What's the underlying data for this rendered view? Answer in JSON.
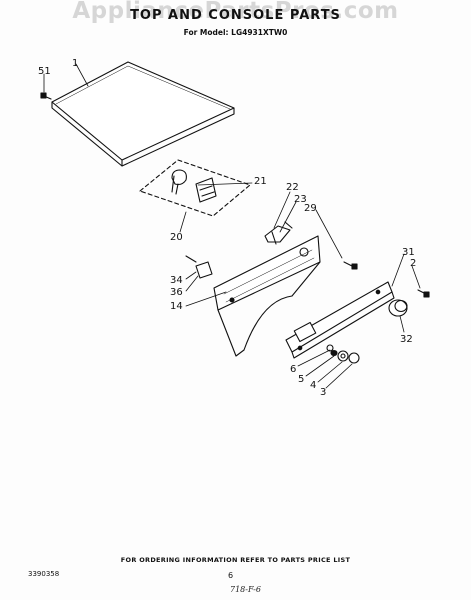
{
  "header": {
    "watermark": "AppliancePartsPros.com",
    "title": "TOP AND CONSOLE PARTS",
    "model_line": "For Model:  LG4931XTW0"
  },
  "callouts": {
    "c1": "1",
    "c51": "51",
    "c21": "21",
    "c20": "20",
    "c22": "22",
    "c23": "23",
    "c29": "29",
    "c31": "31",
    "c2": "2",
    "c34": "34",
    "c36": "36",
    "c14": "14",
    "c32": "32",
    "c6": "6",
    "c5": "5",
    "c4": "4",
    "c3": "3"
  },
  "footer": {
    "ordering_note": "FOR ORDERING INFORMATION REFER TO PARTS PRICE LIST",
    "doc_number": "3390358",
    "page_number": "6",
    "handwritten_note": "718-F-6"
  }
}
